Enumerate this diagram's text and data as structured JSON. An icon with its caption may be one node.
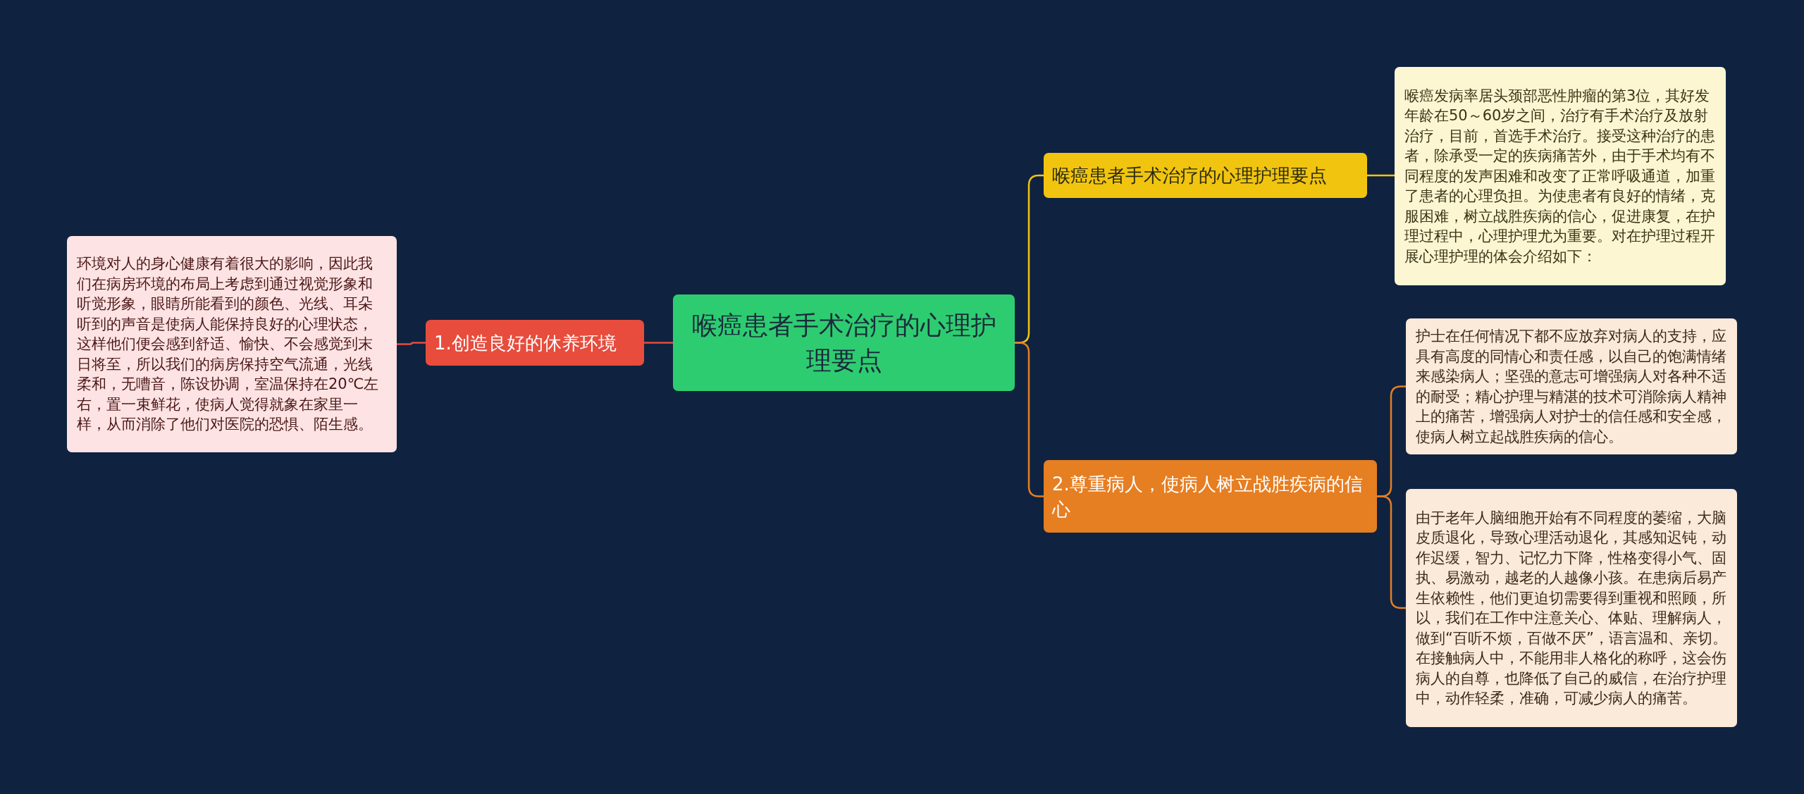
{
  "diagram": {
    "nodes": [
      {
        "text": [
          "喉癌患者手术治疗的心理护理要点"
        ]
      },
      {
        "text": [
          "1.创造良好的休养环境"
        ]
      },
      {
        "text": [
          "环境对人的身心健康有着很大的影响，因此我们在病房环境的布局上考虑到通过视觉形象和听觉形象，眼睛所能看到的颜色、光线、耳朵听到的声音是使病人能保持良好的心理状态，这样他们便会感到舒适、愉快、不会感觉到末日将至，所以我们的病房保持空气流通，光线柔和，无嘈音，陈设协调，室温保持在20℃左右，置一束鲜花，使病人觉得就象在家里一样，从而消除了他们对医院的恐惧、陌生感。"
        ]
      },
      {
        "text": [
          "喉癌患者手术治疗的心理护理要点"
        ]
      },
      {
        "text": [
          "喉癌发病率居头颈部恶性肿瘤的第3位，其好发年龄在50～60岁之间，治疗有手术治疗及放射治疗，目前，首选手术治疗。接受这种治疗的患者，除承受一定的疾病痛苦外，由于手术均有不同程度的发声困难和改变了正常呼吸通道，加重了患者的心理负担。为使患者有良好的情绪，克服困难，树立战胜疾病的信心，促进康复，在护理过程中，心理护理尤为重要。对在护理过程开展心理护理的体会介绍如下："
        ]
      },
      {
        "text": [
          "2.尊重病人，使病人树立战胜疾病的信心"
        ]
      },
      {
        "text": [
          "护士在任何情况下都不应放弃对病人的支持，应具有高度的同情心和责任感，以自己的饱满情绪来感染病人；坚强的意志可增强病人对各种不适的耐受；精心护理与精湛的技术可消除病人精神上的痛苦，增强病人对护士的信任感和安全感，使病人树立起战胜疾病的信心。"
        ]
      },
      {
        "text": [
          "由于老年人脑细胞开始有不同程度的萎缩，大脑皮质退化，导致心理活动退化，其感知迟钝，动作迟缓，智力、记忆力下降，性格变得小气、固执、易激动，越老的人越像小孩。在患病后易产生依赖性，他们更迫切需要得到重视和照顾，所以，我们在工作中注意关心、体贴、理解病人，做到“百听不烦，百做不厌”，语言温和、亲切。在接触病人中，不能用非人格化的称呼，这会伤病人的自尊，也降低了自己的威信，在治疗护理中，动作轻柔，准确，可减少病人的痛苦。"
        ]
      }
    ],
    "edges": [
      {
        "from": 0,
        "to": 1,
        "arrow": "none",
        "color": "#e74c3c"
      },
      {
        "from": 1,
        "to": 2,
        "arrow": "none",
        "color": "#e74c3c"
      },
      {
        "from": 0,
        "to": 3,
        "arrow": "none",
        "color": "#f1c40f"
      },
      {
        "from": 3,
        "to": 4,
        "arrow": "none",
        "color": "#f1c40f"
      },
      {
        "from": 0,
        "to": 5,
        "arrow": "none"
      },
      {
        "from": 5,
        "to": 6,
        "arrow": "none"
      },
      {
        "from": 5,
        "to": 7,
        "arrow": "none"
      }
    ]
  }
}
